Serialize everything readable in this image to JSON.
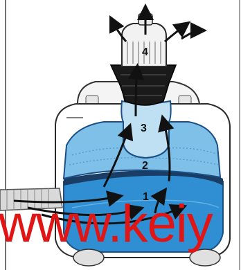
{
  "diagram": {
    "zone_labels": {
      "z1": "1",
      "z2": "2",
      "z3": "3",
      "z4": "4"
    },
    "colors": {
      "water": "#2f8fd2",
      "water_dark": "#1a64a8",
      "foam": "#7ec0e8",
      "filter": "#bfe0f3",
      "motor": "#1a1a1a",
      "arrow": "#111111",
      "body": "#ffffff",
      "outline": "#333333"
    }
  },
  "watermark": {
    "text": "www.keiy",
    "color": "#e01515"
  }
}
